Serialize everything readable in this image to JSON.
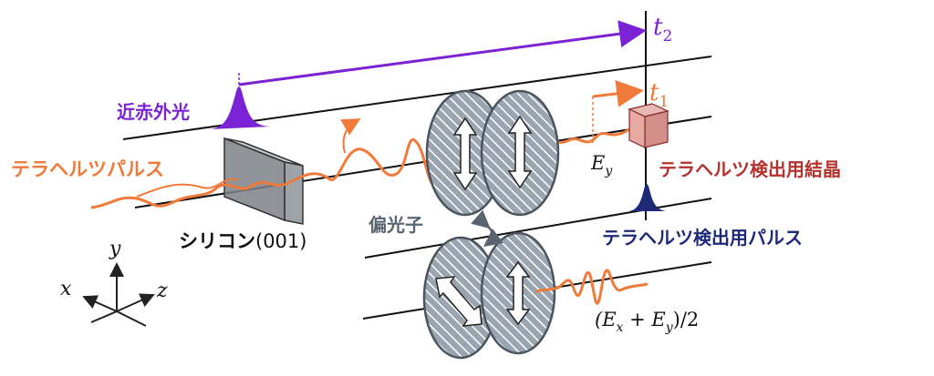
{
  "labels": {
    "nir": "近赤外光",
    "thz_pulse": "テラヘルツパルス",
    "silicon_main": "シリコン",
    "silicon_suffix": "(001)",
    "polarizer": "偏光子",
    "detect_crystal": "テラヘルツ検出用結晶",
    "detect_pulse": "テラヘルツ検出用パルス",
    "t2_base": "t",
    "t2_sub": "2",
    "t1_base": "t",
    "t1_sub": "1",
    "ey_base": "E",
    "ey_sub": "y",
    "sum_open": "(E",
    "sum_x": "x",
    "sum_plus": " + E",
    "sum_y": "y",
    "sum_close": ")/2",
    "axis_x": "x",
    "axis_y": "y",
    "axis_z": "z"
  },
  "colors": {
    "orange": "#f07a3a",
    "purple": "#7a22d4",
    "darkred": "#b4322c",
    "navy": "#1e2a78",
    "gray": "#5a6470",
    "ellipse_fill": "#98a3ae"
  }
}
